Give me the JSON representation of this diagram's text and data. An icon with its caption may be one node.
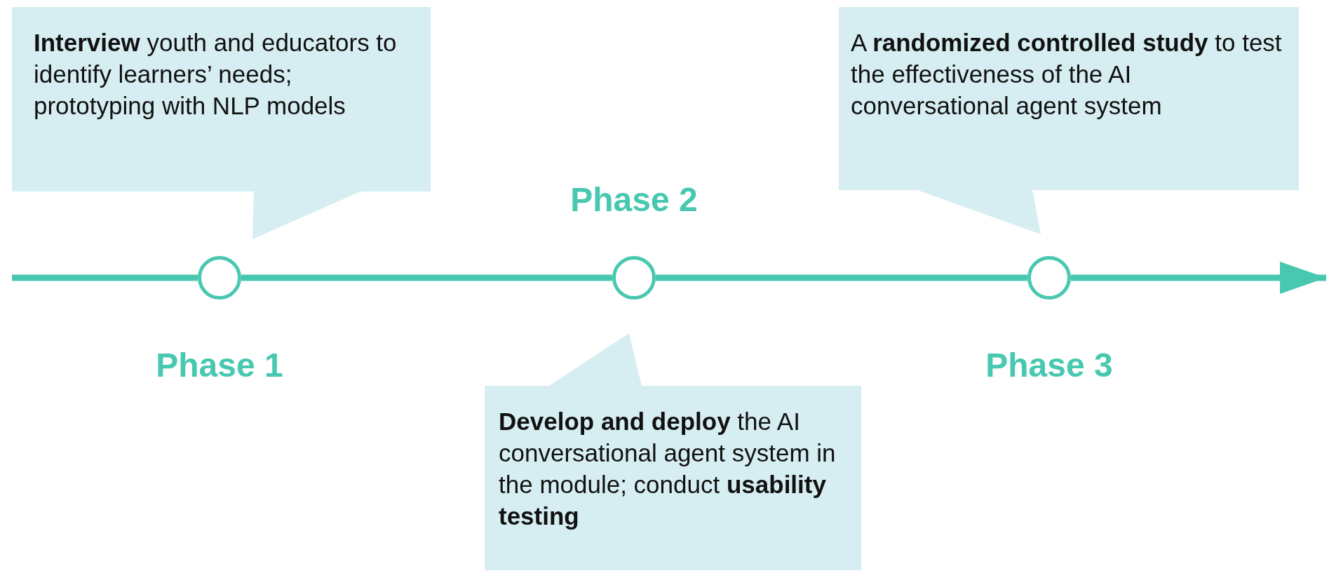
{
  "diagram": {
    "nodes": [
      {
        "text": [
          "**Interview** youth and educators to identify learners’ needs; prototyping with NLP models"
        ]
      },
      {
        "text": [
          "A **randomized controlled study** to test the effectiveness of the AI conversational agent system"
        ]
      },
      {
        "text": [],
        "shape": "circle",
        "beside": [
          "Phase 1"
        ]
      },
      {
        "text": [],
        "shape": "circle",
        "beside": [
          "Phase 2"
        ]
      },
      {
        "text": [],
        "shape": "circle",
        "beside": [
          "Phase 3"
        ]
      },
      {
        "text": [
          "**Develop and deploy** the AI conversational agent system in the module; conduct **usability testing**"
        ]
      }
    ],
    "edges": [
      {
        "from": null,
        "to": 2,
        "arrow": "none"
      },
      {
        "from": 2,
        "to": 3,
        "arrow": "none"
      },
      {
        "from": 3,
        "to": 4,
        "arrow": "none"
      },
      {
        "from": 4,
        "to": null,
        "arrow": "to"
      }
    ]
  }
}
